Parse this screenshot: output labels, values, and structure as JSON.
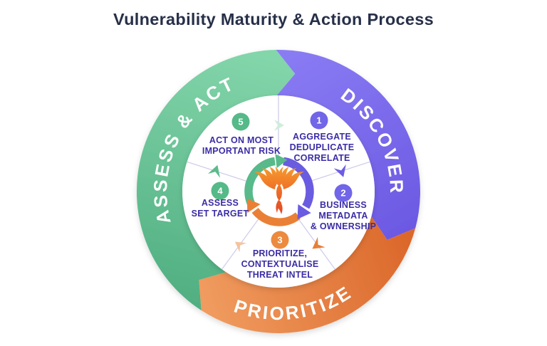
{
  "title": "Vulnerability Maturity & Action Process",
  "ring": {
    "discover": "DISCOVER",
    "prioritize": "PRIORITIZE",
    "assess_act": "ASSESS & ACT"
  },
  "steps": [
    {
      "num": "1",
      "line1": "AGGREGATE",
      "line2": "DEDUPLICATE",
      "line3": "CORRELATE"
    },
    {
      "num": "2",
      "line1": "BUSINESS",
      "line2": "METADATA",
      "line3": "& OWNERSHIP"
    },
    {
      "num": "3",
      "line1": "PRIORITIZE,",
      "line2": "CONTEXTUALISE",
      "line3": "THREAT INTEL"
    },
    {
      "num": "4",
      "line1": "ASSESS",
      "line2": "SET TARGET"
    },
    {
      "num": "5",
      "line1": "ACT ON MOST",
      "line2": "IMPORTANT RISK"
    }
  ],
  "icons": {
    "center": "phoenix-icon"
  },
  "colors": {
    "discover_purple": "#7b6cf0",
    "prioritize_orange": "#e8813c",
    "assess_green": "#63c094",
    "step_text": "#3b2da5",
    "title_text": "#273049",
    "badge_purple": "#7165e8",
    "badge_orange": "#ec8a3f",
    "badge_green": "#55b988"
  }
}
